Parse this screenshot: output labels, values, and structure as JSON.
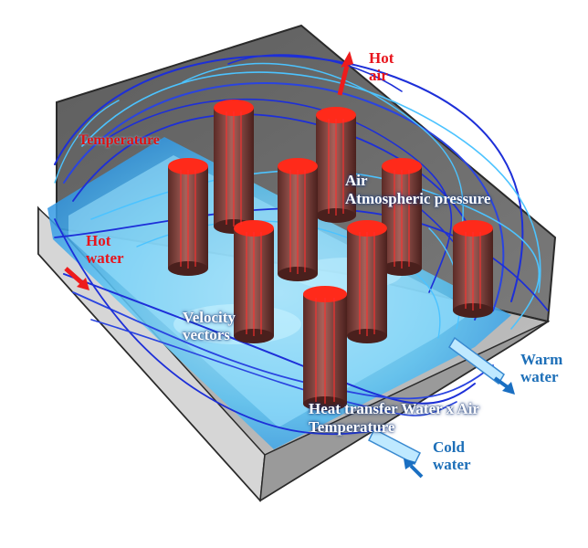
{
  "labels": {
    "hot_air": [
      "Hot",
      "air"
    ],
    "temperature_top": "Temperature",
    "air": "Air",
    "atmospheric": "Atmospheric pressure",
    "hot_water": [
      "Hot",
      "water"
    ],
    "velocity": [
      "Velocity",
      "vectors"
    ],
    "heat_transfer": "Heat transfer Water x Air",
    "temperature_bottom": "Temperature",
    "warm_water": [
      "Warm",
      "water"
    ],
    "cold_water": [
      "Cold",
      "water"
    ]
  },
  "colors": {
    "enclosure_dark": "#6a6a6a",
    "enclosure_light": "#bdbdbd",
    "water_surface": "#7fd6ff",
    "cylinder": "#8a4a44",
    "cylinder_top": "#ff2a1a",
    "streamline_dark": "#1d2fd8",
    "streamline_light": "#4cc3ff",
    "red_arrow": "#ee1c1c",
    "blue_arrow": "#1a6fc2"
  }
}
